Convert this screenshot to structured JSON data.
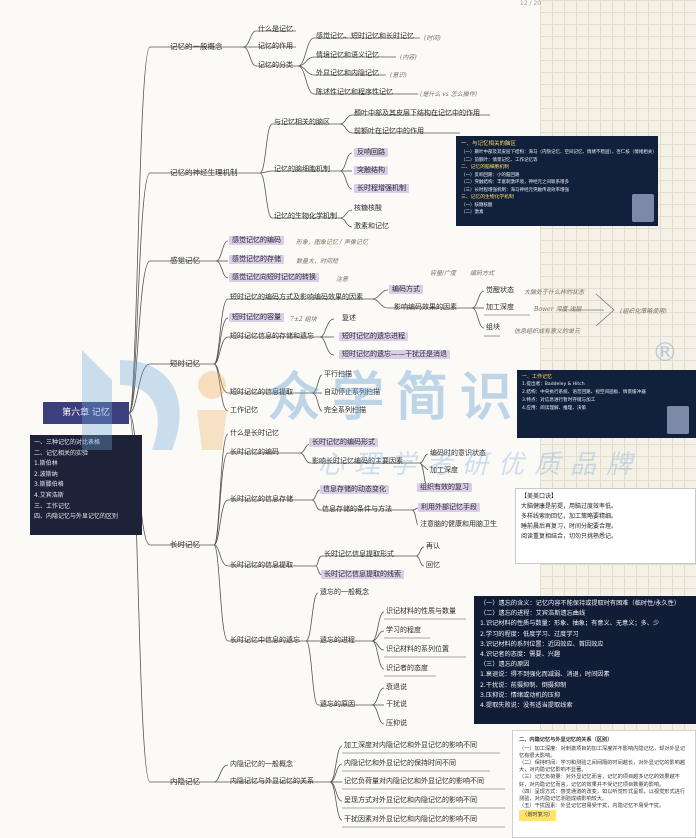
{
  "root": {
    "title": "第六章 记忆"
  },
  "legend": [
    "一、三种记忆的对比表格",
    "二、记忆相关的实验",
    "1.斯伯林",
    "2.波斯纳",
    "3.斯滕伯格",
    "4.艾宾浩斯",
    "三、工作记忆",
    "四、内隐记忆与外显记忆的区别"
  ],
  "mindmap": {
    "general": {
      "label": "记忆的一般概念",
      "what": "什么是记忆",
      "role": "记忆的作用",
      "class": "记忆的分类",
      "c1": "感觉记忆、短时记忆和长时记忆",
      "c1_note": "(时间)",
      "c2": "情境记忆和语义记忆",
      "c2_note": "(内容)",
      "c3": "外显记忆和内隐记忆",
      "c3_note": "(意识)",
      "c4": "陈述性记忆和程序性记忆",
      "c4_note": "(是什么 vs 怎么操作)"
    },
    "neuro": {
      "label": "记忆的神经生理机制",
      "brain": "与记忆相关的脑区",
      "b1": "颞叶中部及其皮层下结构在记忆中的作用",
      "b2": "前额叶在记忆中的作用",
      "cell": "记忆的脑细胞机制",
      "cell1": "反响回路",
      "cell2": "突触结构",
      "cell3": "长时程增强机制",
      "bio": "记忆的生物化学机制",
      "bio1": "核糖核酸",
      "bio2": "激素和记忆"
    },
    "sensory": {
      "label": "感觉记忆",
      "s1": "感觉记忆的编码",
      "s1_note": "形象，图象记忆 / 声像记忆",
      "s2": "感觉记忆的存储",
      "s2_note": "数量大，时间短",
      "s3": "感觉记忆向短时记忆的转换",
      "s3_note": "注意"
    },
    "short": {
      "label": "短时记忆",
      "enc": "短时记忆的编码方式及影响编码效果的因素",
      "enc_way": "编码方式",
      "enc_factor": "影响编码效果的因素",
      "f1": "觉醒状态",
      "f2": "加工深度",
      "f3": "组块",
      "cap": "短时记忆的容量",
      "cap_note": "7±2 组块",
      "store": "短时记忆信息的存储和遗忘",
      "rehearsal": "复述",
      "forget1": "短时记忆的遗忘进程",
      "forget2": "短时记忆的遗忘——干扰还是消退",
      "retrieve": "短时记忆的信息提取",
      "r1": "平行扫描",
      "r2": "自动停止系列扫描",
      "r3": "完全系列扫描",
      "work": "工作记忆",
      "note_top1": "容量/广度",
      "note_top2": "编码方式",
      "note_right1": "大脑处于什么样的状态",
      "note_right2": "Bower 深度 浅层",
      "note_right3": "信息组织成有意义的单元",
      "note_far": "(组织化策略使用)"
    },
    "long": {
      "label": "长时记忆",
      "what": "什么是长时记忆",
      "enc": "长时记忆的编码",
      "enc1": "长时记忆的编码形式",
      "enc2": "影响长时记忆编码的主要因素",
      "e1": "编码时的意识状态",
      "e2": "加工深度",
      "e3": "组织有效的复习",
      "store": "长时记忆的信息存储",
      "st1": "信息存储的动态变化",
      "st2": "信息存储的条件与方法",
      "st2a": "利用外部记忆手段",
      "st2b": "注意脑的健康和用脑卫生",
      "ret": "长时记忆的信息提取",
      "ret1": "长时记忆信息提取形式",
      "ret1a": "再认",
      "ret1b": "回忆",
      "ret2": "长时记忆信息提取的线索",
      "forget": "长时记忆中信息的遗忘",
      "fg1": "遗忘的一般概念",
      "fg2": "遗忘的进程",
      "fg2a": "识记材料的性质与数量",
      "fg2b": "学习的程度",
      "fg2c": "识记材料的系列位置",
      "fg2d": "识记者的态度",
      "fg3": "遗忘的原因",
      "fg3a": "衰退说",
      "fg3b": "干扰说",
      "fg3c": "压抑说"
    },
    "implicit": {
      "label": "内隐记忆",
      "i1": "内隐记忆的一般概念",
      "i2": "内隐记忆与外显记忆的关系",
      "r1": "加工深度对内隐记忆和外显记忆的影响不同",
      "r2": "内隐记忆和外显记忆的保持时间不同",
      "r3": "记忆负荷量对内隐记忆和外显记忆的影响不同",
      "r4": "呈现方式对外显记忆和内隐记忆的影响不同",
      "r5": "干扰因素对外显记忆和内隐记忆的影响不同"
    }
  },
  "panels": {
    "neuro_video": [
      "一、与记忆相关的脑区",
      "（一）颞叶中部及其皮层下结构：海马（内隐记忆、空间记忆、情绪不稳固），杏仁核（情绪相关）",
      "（二）前额叶：情景记忆、工作记忆等",
      "二、记忆的脑细胞机制",
      "（一）反响回路：小的脑回路",
      "（二）突触结构：丰富刺激环境，神经元之间联系增多",
      "（三）长时程增强机制：海马神经元突触传递效率增强",
      "三、记忆的生物化学机制",
      "（一）核糖核酸",
      "（二）激素"
    ],
    "short_video": [
      "一、工作记忆",
      "1.提出者：Baddeley & Hitch",
      "2.结构：中央执行系统、语音回路、视空间画板、情景缓冲器",
      "3.特点：对信息进行暂时存储与加工",
      "4.应用：阅读理解、推理、决策"
    ],
    "memory_tips": [
      "【美美口诀】",
      "大脑健康是前提，用脑过度效率低。",
      "多样线索助回忆，加工策略要精细。",
      "睡前晨后再复习，时间分配要合理。",
      "阅读重复相结合，切勿只挑熟悉记。"
    ],
    "forgetting": [
      "（一）遗忘的含义：记忆内容不能保持或提取时有困难（临时性/永久性）",
      "（二）遗忘的进程：艾宾浩斯遗忘曲线",
      "1.识记材料的性质与数量：形象、抽象；有意义、无意义；多、少",
      "2.学习的程度：低度学习、过度学习",
      "3.识记材料的系列位置：近因效应、首因效应",
      "4.识记者的态度：需要、兴趣",
      "（三）遗忘的原因",
      "1.衰退说：得不到强化而减弱、消退，时间因素",
      "2.干扰说：前摄抑制、倒摄抑制",
      "3.压抑说：情绪或动机的压抑",
      "4.提取失败说：没有适当提取线索"
    ],
    "implicit_notes": [
      "二、内隐记忆与外显记忆的关系（区别）",
      "（一）加工深度：对刺激项目的加工深度并不影响内隐记忆，却对外显记忆有很大影响。",
      "（二）保持时间：学习和测验之间间隔的时间越长，对外显记忆的影响越大，对内隐记忆影响不显著。",
      "（三）记忆负荷量：对外显记忆而言，记忆的项目越多记忆的效果越不好，对内隐记忆而言，记忆的效果并不受记忆项目数量的影响。",
      "（四）呈现方式：感觉通道的改变，如以听觉形式呈现，以视觉形式进行测验，对内隐记忆测验成绩影响较大。",
      "（五）干扰因素：外显记忆容易受干扰，内隐记忆不易受干扰。",
      "（划时复习）"
    ]
  },
  "watermark": {
    "brand": "众学简识",
    "slogan": "心理学考研优质品牌",
    "reg": "®"
  },
  "page_counter": "12 / 20"
}
